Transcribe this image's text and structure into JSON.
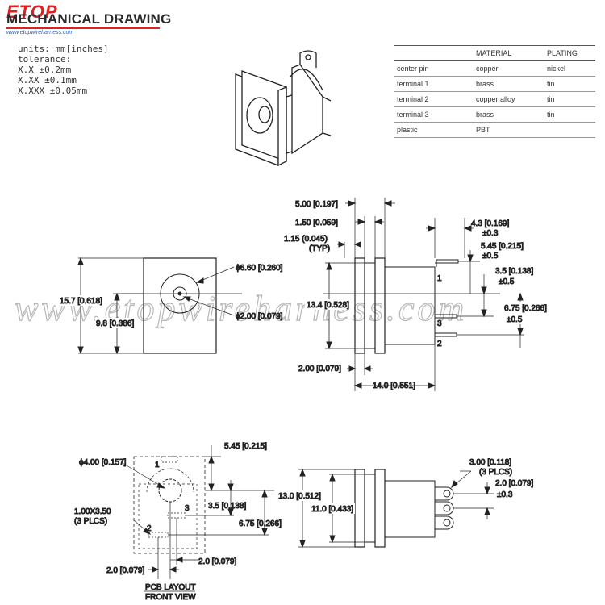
{
  "brand": {
    "logo_text": "ETOP",
    "title": "MECHANICAL DRAWING",
    "url": "www.etopwireharness.com",
    "accent_color": "#e02020"
  },
  "notes": {
    "units": "units: mm[inches]",
    "tolerance": "tolerance:",
    "tol_1": "X.X ±0.2mm",
    "tol_2": "X.XX ±0.1mm",
    "tol_3": "X.XXX ±0.05mm"
  },
  "materials_table": {
    "headers": [
      "",
      "MATERIAL",
      "PLATING"
    ],
    "rows": [
      [
        "center pin",
        "copper",
        "nickel"
      ],
      [
        "terminal 1",
        "brass",
        "tin"
      ],
      [
        "terminal 2",
        "copper alloy",
        "tin"
      ],
      [
        "terminal 3",
        "brass",
        "tin"
      ],
      [
        "plastic",
        "PBT",
        ""
      ]
    ]
  },
  "watermark": "www.etopwireharness.com",
  "front_view": {
    "height": "15.7",
    "height_in": "0.618",
    "center_height": "9.8",
    "center_height_in": "0.386",
    "outer_dia": "6.60",
    "outer_dia_in": "0.260",
    "pin_dia": "2.00",
    "pin_dia_in": "0.079",
    "phi": "ϕ"
  },
  "side_view": {
    "d_5_00": "5.00",
    "d_5_00_in": "0.197",
    "d_1_50": "1.50",
    "d_1_50_in": "0.059",
    "d_1_15": "1.15",
    "d_1_15_in": "(0.045)",
    "typ": "(TYP)",
    "d_13_4": "13.4",
    "d_13_4_in": "0.528",
    "d_2_00": "2.00",
    "d_2_00_in": "0.079",
    "d_14_0": "14.0",
    "d_14_0_in": "0.551",
    "d_4_3": "4.3",
    "d_4_3_in": "0.169",
    "tol_03": "±0.3",
    "d_5_45": "5.45",
    "d_5_45_in": "0.215",
    "tol_05": "±0.5",
    "d_3_5": "3.5",
    "d_3_5_in": "0.138",
    "d_6_75": "6.75",
    "d_6_75_in": "0.266",
    "pin_1": "1",
    "pin_2": "2",
    "pin_3": "3"
  },
  "pcb_view": {
    "hole_dia": "4.00",
    "hole_dia_in": "0.157",
    "d_5_45": "5.45",
    "d_5_45_in": "0.215",
    "slot": "1.00X3.50",
    "slot_note": "(3 PLCS)",
    "d_3_5": "3.5",
    "d_3_5_in": "0.138",
    "d_6_75": "6.75",
    "d_6_75_in": "0.266",
    "d_2_0a": "2.0",
    "d_2_0a_in": "0.079",
    "d_2_0b": "2.0",
    "d_2_0b_in": "0.079",
    "caption_1": "PCB LAYOUT",
    "caption_2": "FRONT VIEW",
    "pin_1": "1",
    "pin_2": "2",
    "pin_3": "3"
  },
  "bottom_side_view": {
    "d_13_0": "13.0",
    "d_13_0_in": "0.512",
    "d_11_0": "11.0",
    "d_11_0_in": "0.433",
    "d_3_00": "3.00",
    "d_3_00_in": "0.118",
    "plcs": "(3 PLCS)",
    "d_2_0": "2.0",
    "d_2_0_in": "0.079",
    "tol": "±0.3"
  }
}
